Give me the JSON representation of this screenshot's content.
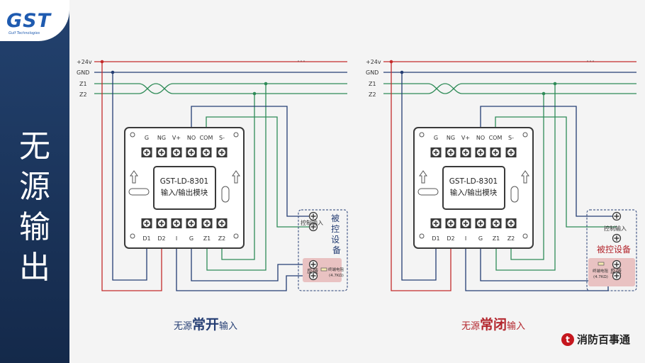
{
  "logo": {
    "text": "GST",
    "sub": "Gulf Technologies"
  },
  "side_title": [
    "无",
    "源",
    "输",
    "出"
  ],
  "bus_labels": [
    "+24v",
    "GND",
    "Z1",
    "Z2"
  ],
  "module": {
    "top_terminals": [
      "G",
      "NG",
      "V+",
      "NO",
      "COM",
      "S-"
    ],
    "bottom_terminals": [
      "D1",
      "D2",
      "I",
      "G",
      "Z1",
      "Z2"
    ],
    "model": "GST-LD-8301",
    "name": "输入/输出模块"
  },
  "controlled": {
    "control_input": "控制输入",
    "feedback": "反馈",
    "resistor_label": "终端电阻",
    "resistor_value": "(4.7KΩ)",
    "title": "被控设备"
  },
  "captions": {
    "left": {
      "prefix": "无源",
      "main": "常开",
      "suffix": "输入"
    },
    "right": {
      "prefix": "无源",
      "main": "常闭",
      "suffix": "输入"
    }
  },
  "brand": {
    "icon": "t",
    "name": "消防百事通"
  },
  "colors": {
    "red": "#c42b2b",
    "blue": "#243d73",
    "green": "#2e8b57",
    "accent": "#b3262d"
  }
}
